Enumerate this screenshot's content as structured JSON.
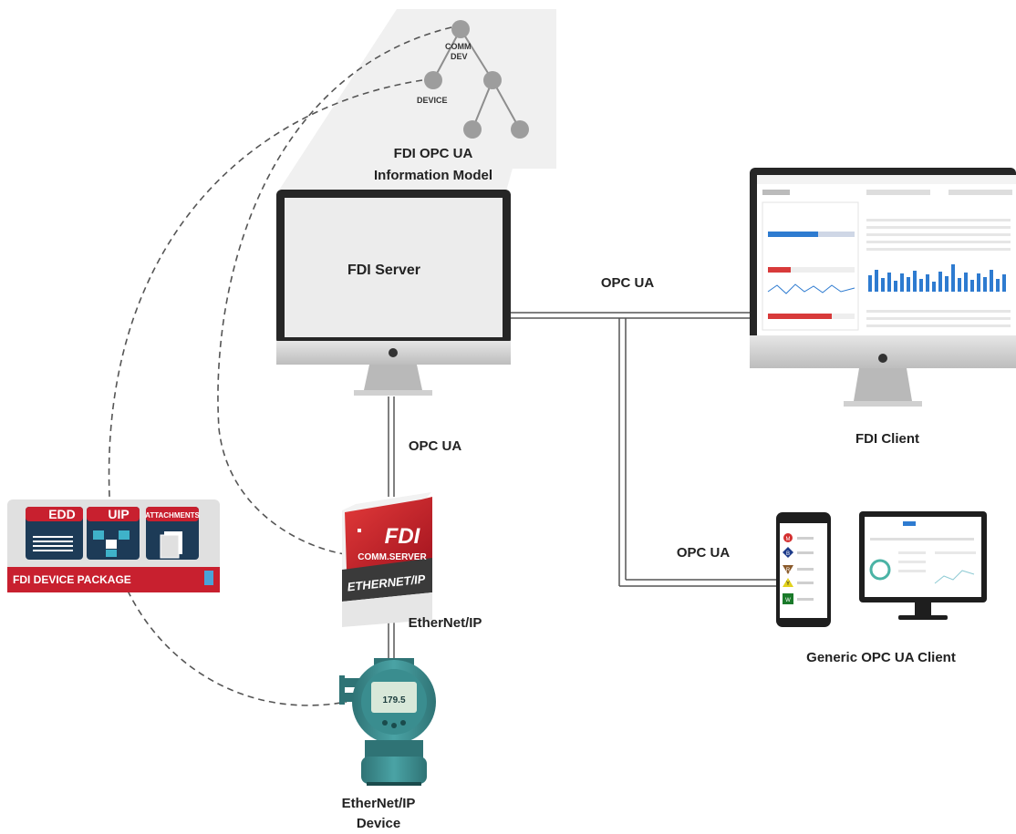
{
  "info_model": {
    "title_line1": "FDI OPC UA",
    "title_line2": "Information Model",
    "node_comm_dev_line1": "COMM",
    "node_comm_dev_line2": "DEV",
    "node_device": "DEVICE"
  },
  "fdi_server": {
    "screen_label": "FDI Server"
  },
  "fdi_client": {
    "label": "FDI Client"
  },
  "generic_client": {
    "label": "Generic OPC UA Client",
    "phone_rows": [
      "M",
      "B",
      "R",
      "Y",
      "W"
    ]
  },
  "connections": {
    "server_client": "OPC UA",
    "server_comm": "OPC UA",
    "server_generic": "OPC UA",
    "comm_device": "EtherNet/IP"
  },
  "comm_server": {
    "brand": "FDI",
    "subtitle": "COMM.SERVER",
    "band": "ETHERNET/IP"
  },
  "device_package": {
    "title": "FDI DEVICE PACKAGE",
    "tiles": [
      "EDD",
      "UIP",
      "ATTACHMENTS"
    ]
  },
  "field_device": {
    "label_line1": "EtherNet/IP",
    "label_line2": "Device",
    "display_value": "179.5"
  },
  "colors": {
    "red": "#c8202f",
    "teal": "#3f8f91",
    "navy": "#1d3b57",
    "blue": "#2e7bd0",
    "panel_gray": "#e8e8e8"
  }
}
